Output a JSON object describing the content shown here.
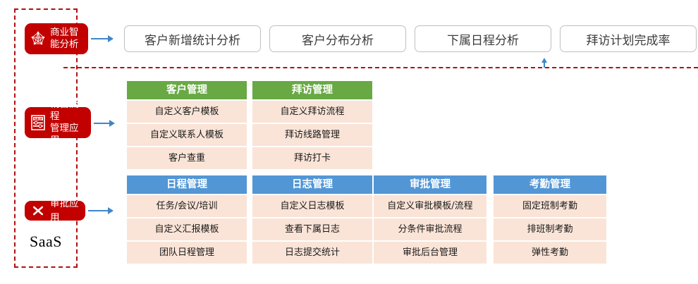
{
  "saas": {
    "label": "SaaS",
    "border_color": "#b01010"
  },
  "badges": [
    {
      "name": "business-intelligence",
      "icon": "network-graph-icon",
      "text": "商业智\n能分析",
      "color": "#c20000"
    },
    {
      "name": "sales-process-app",
      "icon": "sale-document-icon",
      "text": "销售流程\n管理应用",
      "color": "#c20000"
    },
    {
      "name": "approval-app",
      "icon": "cross-tools-icon",
      "text": "审批应用",
      "color": "#c20000"
    }
  ],
  "pills": [
    {
      "label": "客户新增统计分析"
    },
    {
      "label": "客户分布分析"
    },
    {
      "label": "下属日程分析"
    },
    {
      "label": "拜访计划完成率"
    }
  ],
  "modules": [
    {
      "theme": "green",
      "header": "客户管理",
      "header_color": "#68a944",
      "rows": [
        "自定义客户模板",
        "自定义联系人模板",
        "客户查重"
      ]
    },
    {
      "theme": "green",
      "header": "拜访管理",
      "header_color": "#68a944",
      "rows": [
        "自定义拜访流程",
        "拜访线路管理",
        "拜访打卡"
      ]
    },
    {
      "theme": "blue",
      "header": "日程管理",
      "header_color": "#5296d5",
      "rows": [
        "任务/会议/培训",
        "自定义汇报模板",
        "团队日程管理"
      ]
    },
    {
      "theme": "blue",
      "header": "日志管理",
      "header_color": "#5296d5",
      "rows": [
        "自定义日志模板",
        "查看下属日志",
        "日志提交统计"
      ]
    },
    {
      "theme": "blue",
      "header": "审批管理",
      "header_color": "#5296d5",
      "rows": [
        "自定义审批模板/流程",
        "分条件审批流程",
        "审批后台管理"
      ]
    },
    {
      "theme": "blue",
      "header": "考勤管理",
      "header_color": "#5296d5",
      "rows": [
        "固定班制考勤",
        "排班制考勤",
        "弹性考勤"
      ]
    }
  ],
  "row_cell_color": "#fae4d7",
  "arrow_color": "#3f86c8"
}
